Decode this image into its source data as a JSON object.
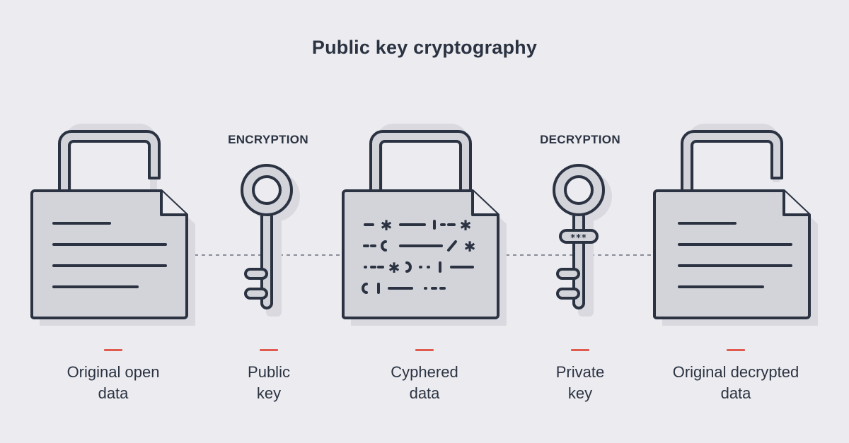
{
  "title": "Public key cryptography",
  "steps": {
    "encryption": "ENCRYPTION",
    "decryption": "DECRYPTION"
  },
  "captions": [
    {
      "line1": "Original open",
      "line2": "data"
    },
    {
      "line1": "Public",
      "line2": "key"
    },
    {
      "line1": "Cyphered",
      "line2": "data"
    },
    {
      "line1": "Private",
      "line2": "key"
    },
    {
      "line1": "Original decrypted",
      "line2": "data"
    }
  ],
  "private_key_code": "***",
  "colors": {
    "background": "#ECECF0",
    "outline": "#2B3342",
    "fill": "#D3D3DA",
    "shadow": "#D9D9DF",
    "accent": "#E05A50",
    "connector": "#8A8E99"
  }
}
